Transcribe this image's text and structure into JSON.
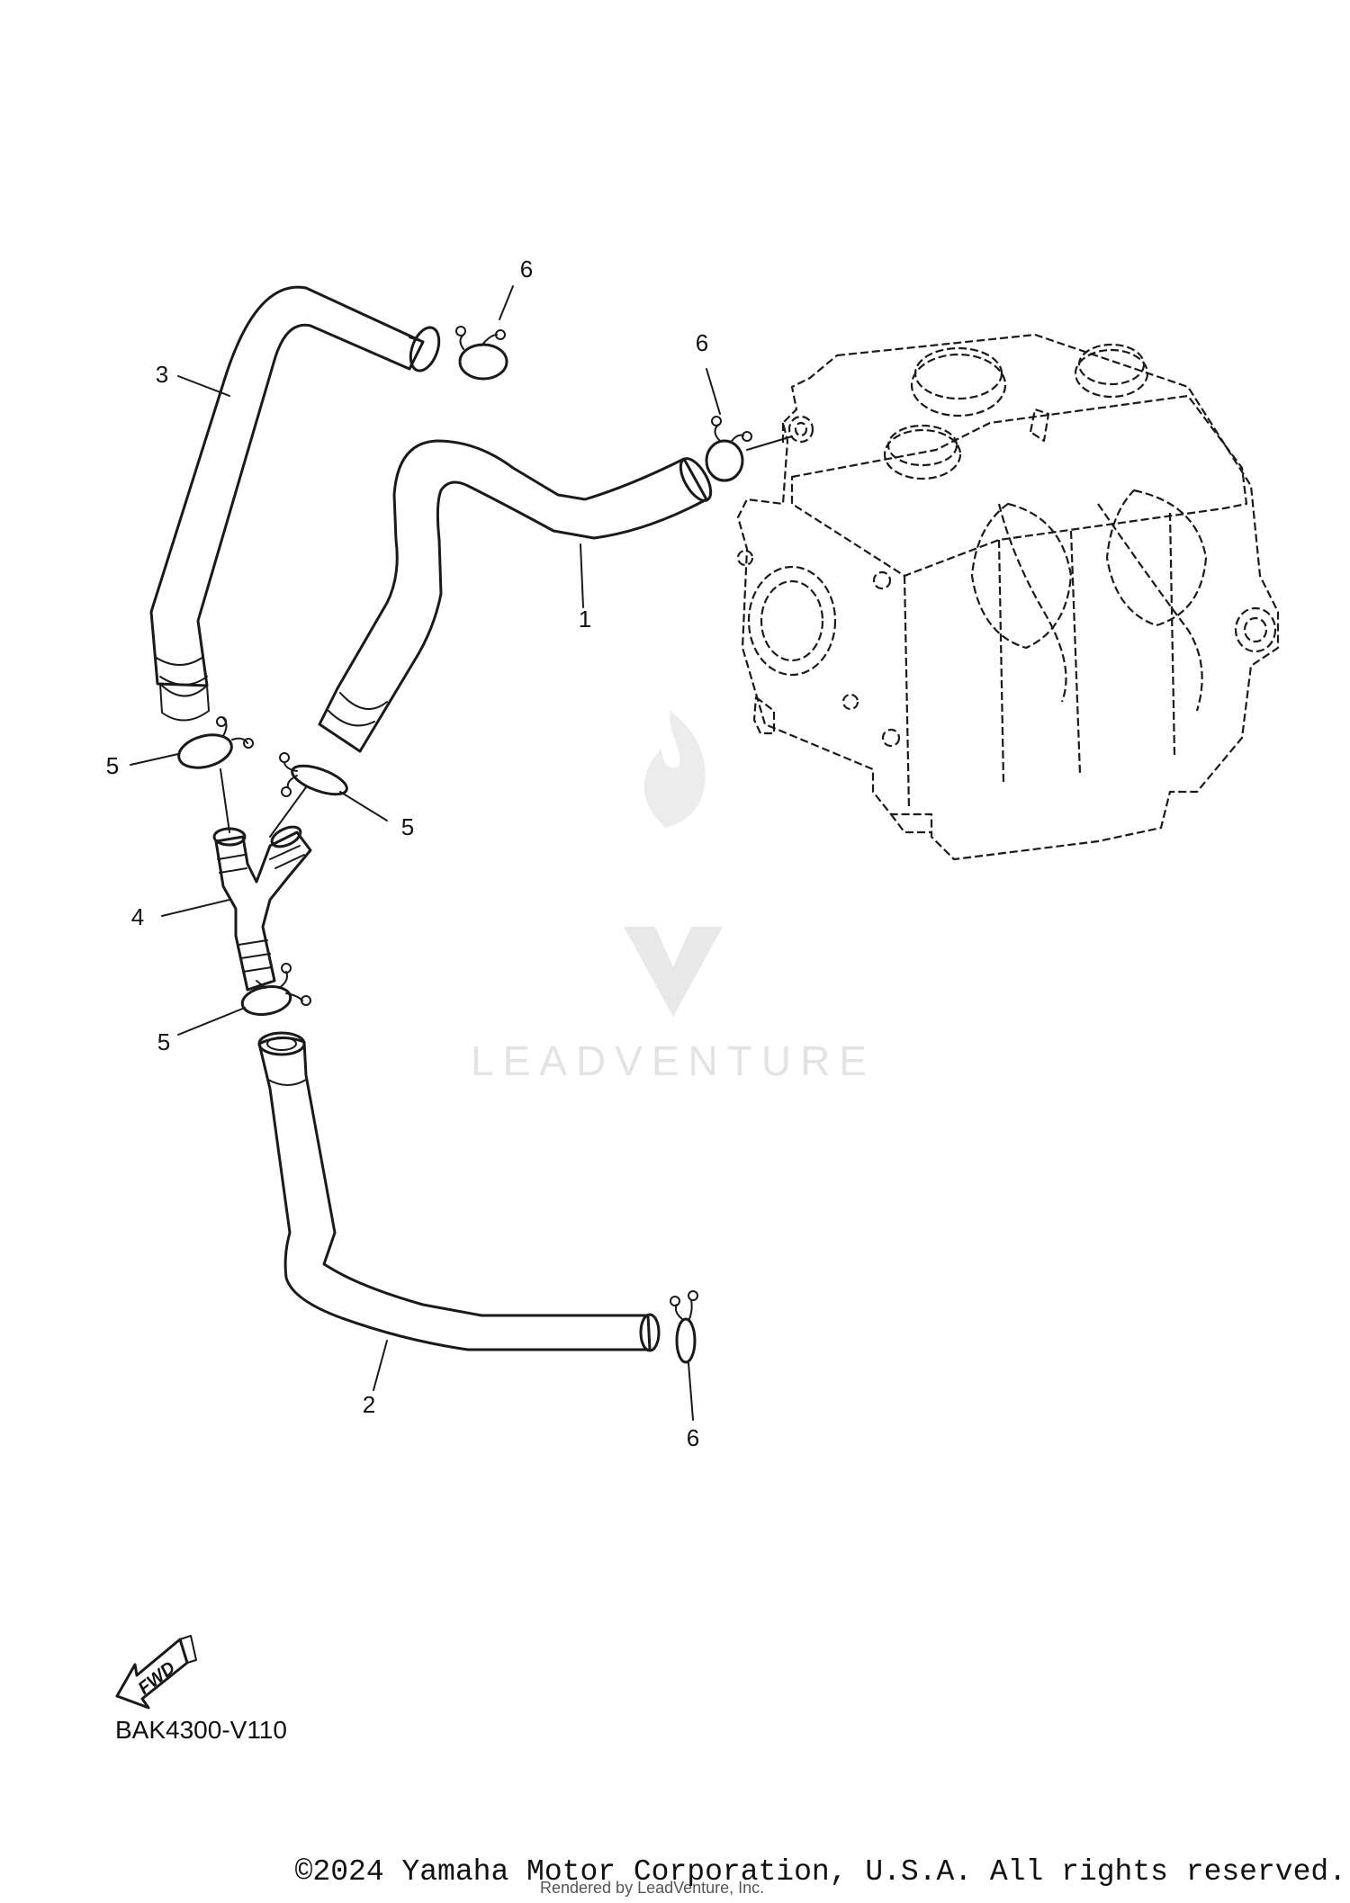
{
  "diagram": {
    "callouts": [
      {
        "id": "1",
        "label": "1"
      },
      {
        "id": "2",
        "label": "2"
      },
      {
        "id": "3",
        "label": "3"
      },
      {
        "id": "4",
        "label": "4"
      },
      {
        "id": "5a",
        "label": "5"
      },
      {
        "id": "5b",
        "label": "5"
      },
      {
        "id": "5c",
        "label": "5"
      },
      {
        "id": "6a",
        "label": "6"
      },
      {
        "id": "6b",
        "label": "6"
      },
      {
        "id": "6c",
        "label": "6"
      }
    ],
    "fwd_label": "FWD",
    "drawing_code": "BAK4300-V110"
  },
  "watermark": {
    "text": "LEADVENTURE"
  },
  "footer": {
    "copyright": "©2024 Yamaha Motor Corporation, U.S.A. All rights reserved.",
    "rendered_by": "Rendered by LeadVenture, Inc."
  }
}
